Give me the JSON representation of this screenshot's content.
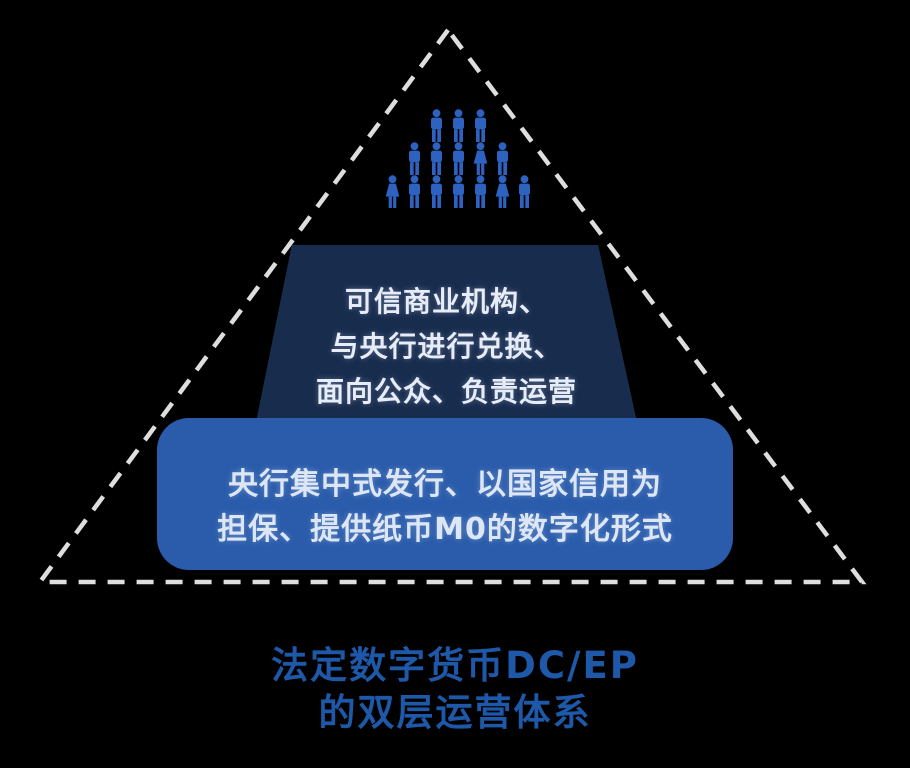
{
  "diagram": {
    "type": "two-tier-pyramid",
    "background": "#000000",
    "outline_color": "#dedede",
    "crowd": {
      "icon": "person-icon",
      "color": "#2d62c0",
      "rows": [
        [
          "m",
          "m",
          "m"
        ],
        [
          "m",
          "m",
          "m",
          "f",
          "m"
        ],
        [
          "f",
          "m",
          "m",
          "m",
          "m",
          "f",
          "m"
        ]
      ]
    },
    "tier_commercial": {
      "shape": "trapezoid",
      "fill": "#182c4e",
      "text_color": "#e6ecf8",
      "lines": [
        "可信商业机构、",
        "与央行进行兑换、",
        "面向公众、负责运营"
      ]
    },
    "tier_central_bank": {
      "shape": "rounded-rect",
      "fill": "#2a5cab",
      "text_color": "#dce6f4",
      "lines": [
        "央行集中式发行、以国家信用为",
        "担保、提供纸币M0的数字化形式"
      ]
    },
    "caption": {
      "color": "#1e58a8",
      "lines": [
        "法定数字货币DC/EP",
        "的双层运营体系"
      ]
    }
  }
}
